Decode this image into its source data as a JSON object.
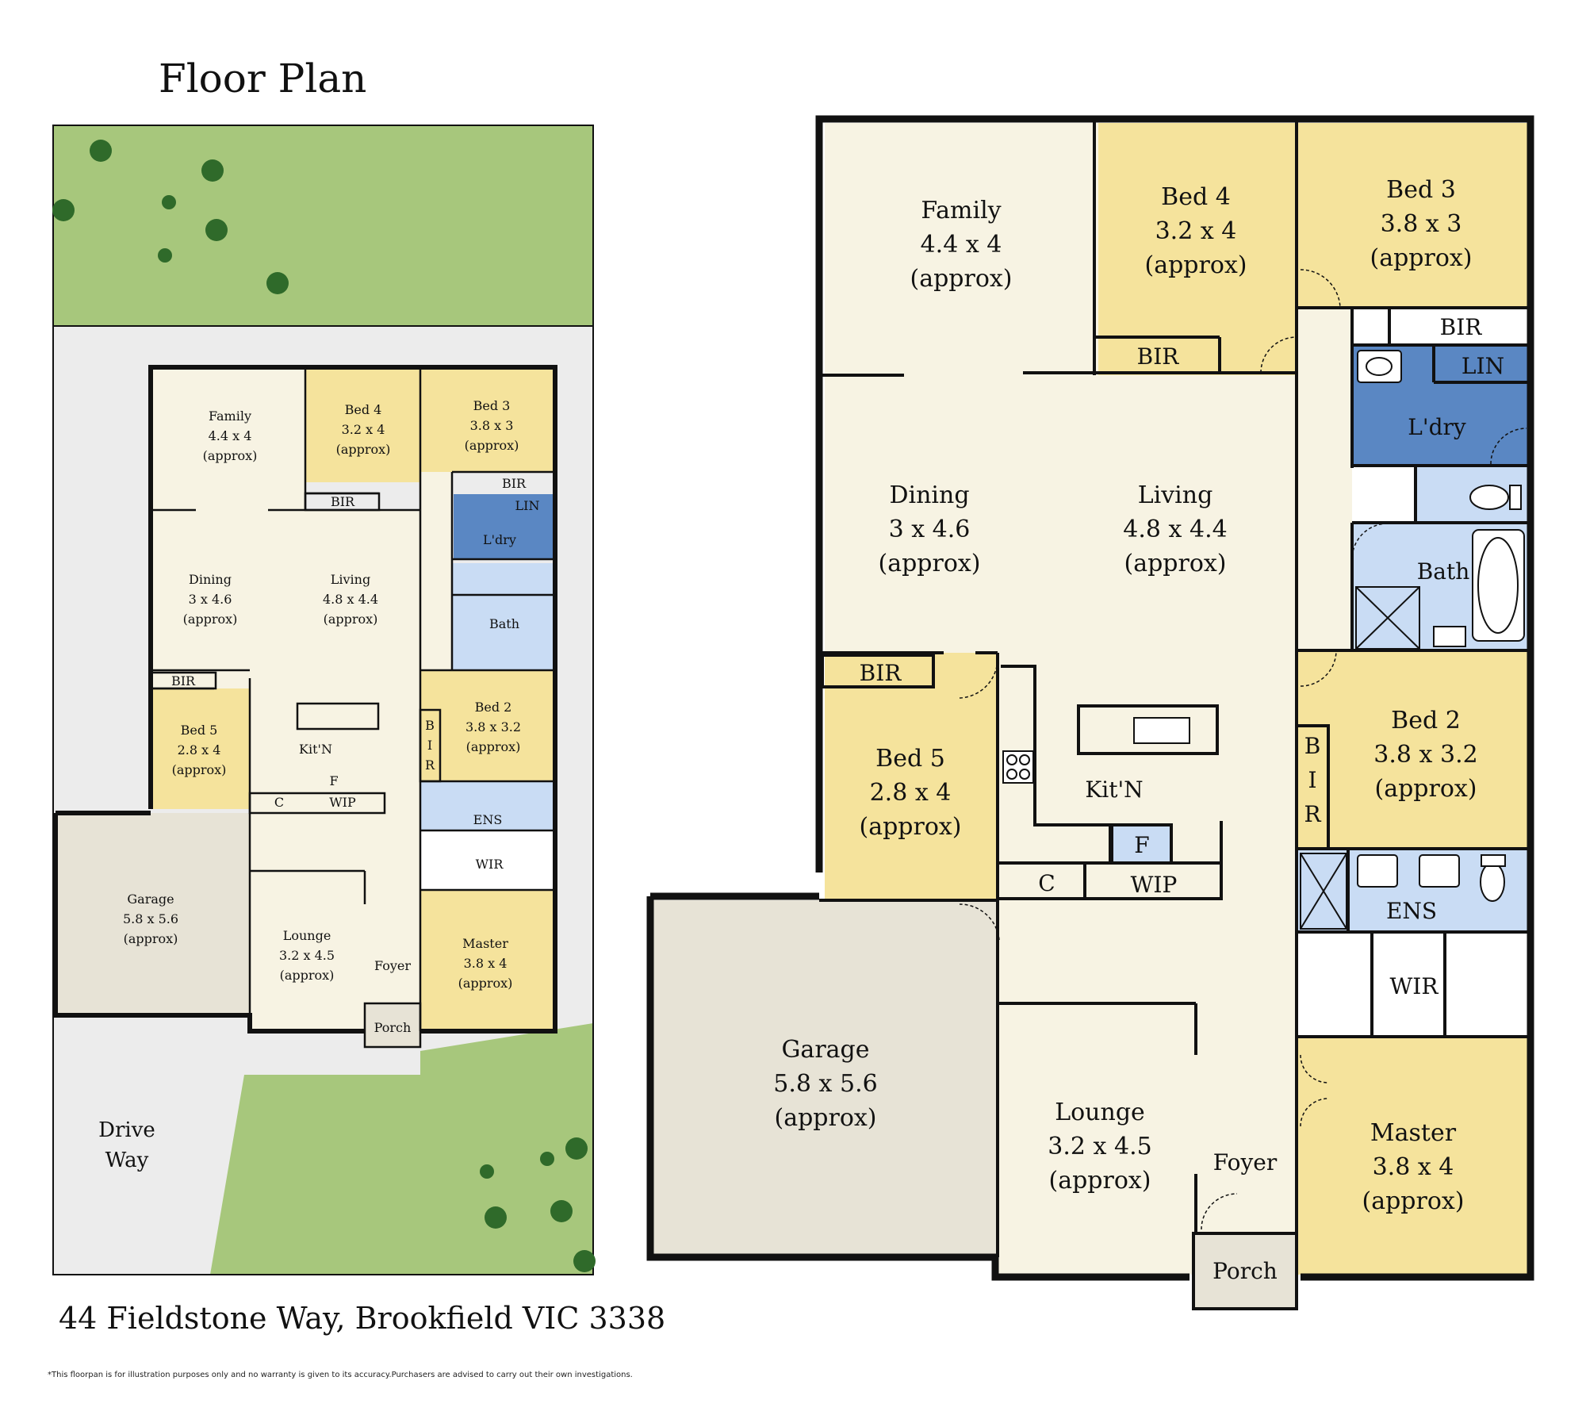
{
  "title": "Floor Plan",
  "address": "44 Fieldstone Way, Brookfield VIC 3338",
  "disclaimer": "*This floorpan is for illustration purposes only and no warranty is given to its accuracy.Purchasers are advised to carry out their own investigations.",
  "colors": {
    "lawn": "#a7c77c",
    "paving": "#ececec",
    "living": "#f7f3e3",
    "bedroom": "#f5e39c",
    "wet": "#c9dcf4",
    "laundry": "#5a87c3",
    "garage": "#e7e3d6",
    "porch": "#e7e3d6",
    "wall": "#111111",
    "storage": "#ffffff"
  },
  "site": {
    "driveway": [
      "Drive",
      "Way"
    ]
  },
  "rooms": [
    {
      "id": "family",
      "name": "Family",
      "dims": "4.4 x 4",
      "note": "(approx)"
    },
    {
      "id": "bed4",
      "name": "Bed 4",
      "dims": "3.2 x 4",
      "note": "(approx)"
    },
    {
      "id": "bed3",
      "name": "Bed 3",
      "dims": "3.8 x 3",
      "note": "(approx)"
    },
    {
      "id": "dining",
      "name": "Dining",
      "dims": "3 x 4.6",
      "note": "(approx)"
    },
    {
      "id": "living",
      "name": "Living",
      "dims": "4.8 x 4.4",
      "note": "(approx)"
    },
    {
      "id": "bed5",
      "name": "Bed 5",
      "dims": "2.8 x 4",
      "note": "(approx)"
    },
    {
      "id": "bed2",
      "name": "Bed 2",
      "dims": "3.8 x 3.2",
      "note": "(approx)"
    },
    {
      "id": "garage",
      "name": "Garage",
      "dims": "5.8 x 5.6",
      "note": "(approx)"
    },
    {
      "id": "lounge",
      "name": "Lounge",
      "dims": "3.2 x 4.5",
      "note": "(approx)"
    },
    {
      "id": "master",
      "name": "Master",
      "dims": "3.8 x 4",
      "note": "(approx)"
    }
  ],
  "labels": {
    "bir": "BIR",
    "lin": "LIN",
    "laundry": "L'dry",
    "bath": "Bath",
    "kitchen": "Kit'N",
    "fridge": "F",
    "cupboard": "C",
    "wip": "WIP",
    "ensuite": "ENS",
    "wir": "WIR",
    "foyer": "Foyer",
    "porch": "Porch",
    "bir_vertical": [
      "B",
      "I",
      "R"
    ]
  }
}
